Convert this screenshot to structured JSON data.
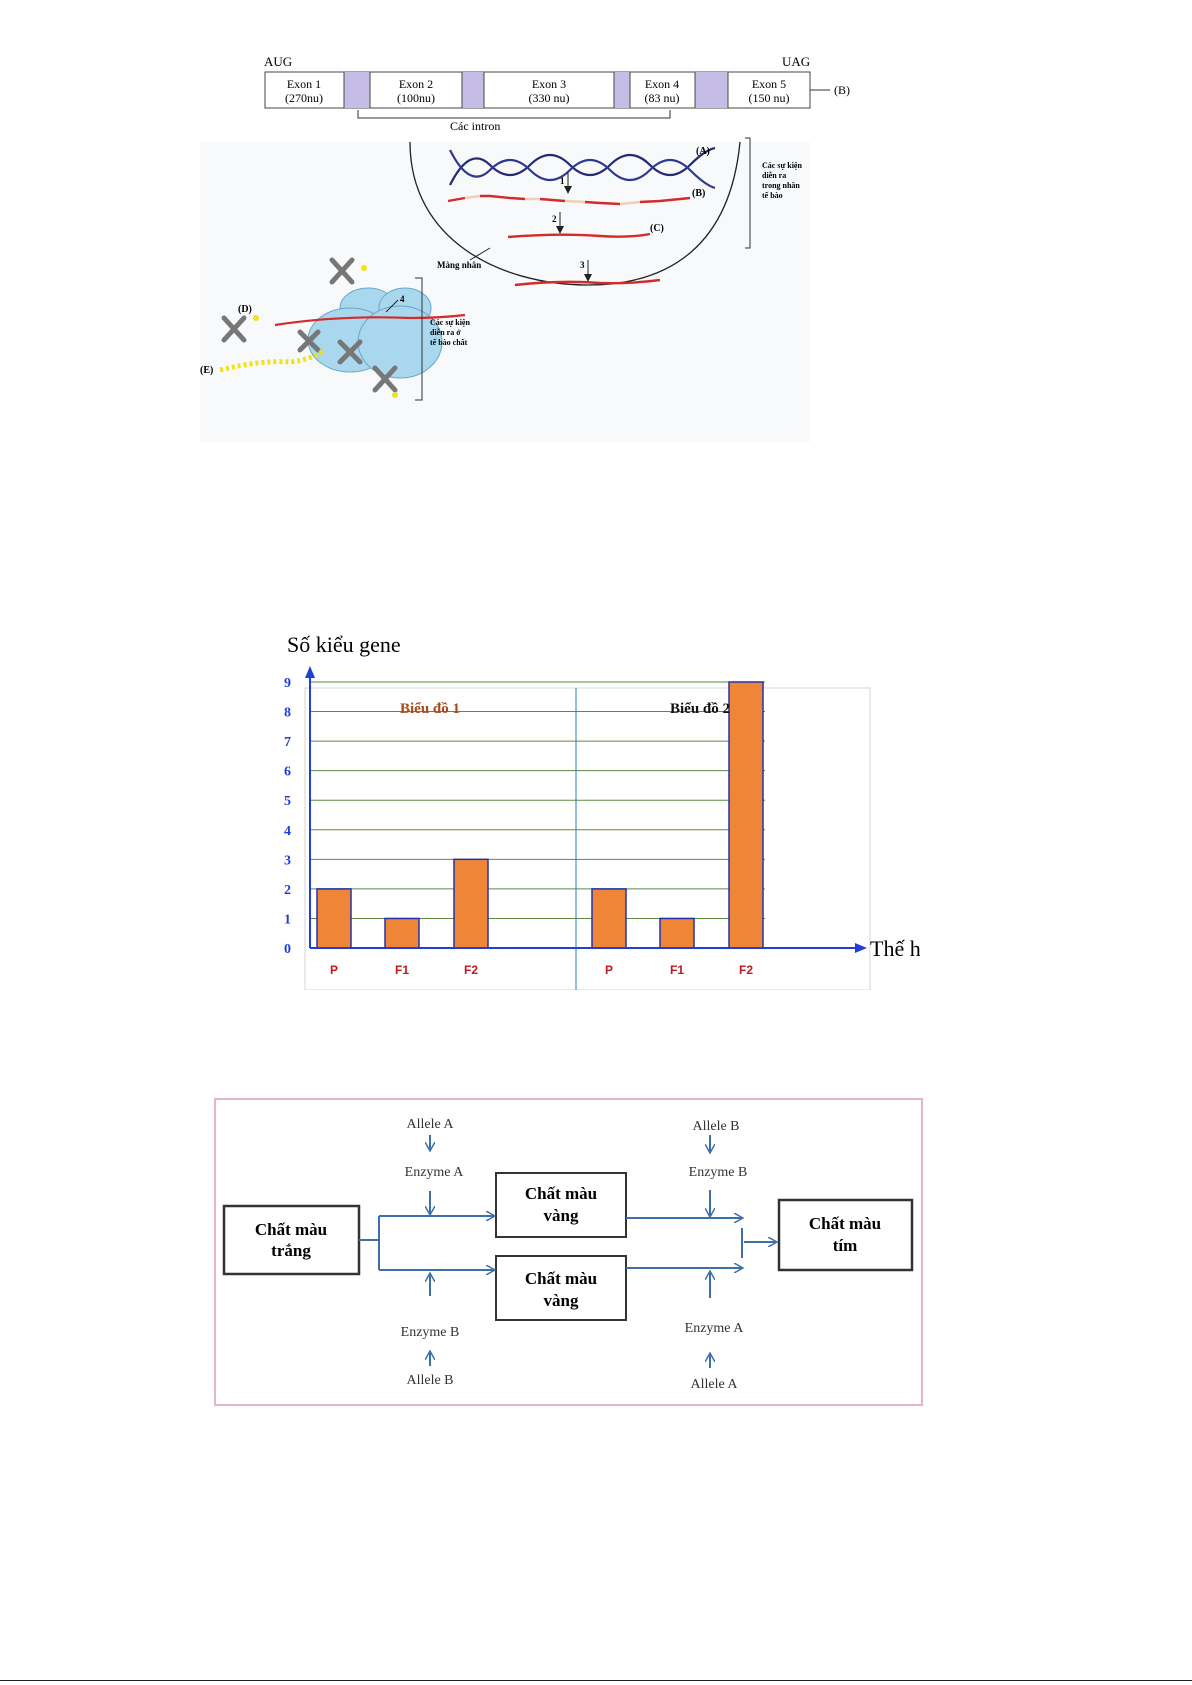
{
  "gene_figure": {
    "start_codon": "AUG",
    "stop_codon": "UAG",
    "exons": [
      {
        "name": "Exon 1",
        "size": "(270nu)"
      },
      {
        "name": "Exon 2",
        "size": "(100nu)"
      },
      {
        "name": "Exon 3",
        "size": "(330 nu)"
      },
      {
        "name": "Exon 4",
        "size": "(83 nu)"
      },
      {
        "name": "Exon 5",
        "size": "(150 nu)"
      }
    ],
    "gene_label": "(B)",
    "intron_label": "Các intron",
    "labels": {
      "A": "(A)",
      "B": "(B)",
      "C": "(C)",
      "D": "(D)",
      "E": "(E)"
    },
    "steps": [
      "1",
      "2",
      "3",
      "4"
    ],
    "membrane_label": "Màng nhân",
    "nucleus_events": [
      "Các sự kiện",
      "diễn ra",
      "trong nhân",
      "tế bào"
    ],
    "cytoplasm_events": [
      "Các sự kiện",
      "diễn ra ở",
      "tế bào chất"
    ],
    "colors": {
      "dna_a": "#26296e",
      "dna_b": "#2e3b8c",
      "rna": "#d42a2a",
      "ribosome": "#a9d8ee",
      "intron_box": "#c5bde6",
      "peptide": "#f0e21a"
    }
  },
  "genotype_chart": {
    "y_title": "Số kiểu gene",
    "x_title": "Thế hệ",
    "colors": {
      "bar": "#ef8537",
      "axis": "#1f3fd8",
      "tick": "#1f3fd8",
      "category": "#c0181f",
      "title1": "#a54c1e",
      "grid": "#5b8a45"
    }
  },
  "chart_data": {
    "type": "bar",
    "ylim": [
      0,
      9
    ],
    "yticks": [
      "0",
      "1",
      "2",
      "3",
      "4",
      "5",
      "6",
      "7",
      "8",
      "9"
    ],
    "xlabel": "Thế hệ",
    "ylabel": "Số kiểu gene",
    "grid": true,
    "panels": [
      {
        "title": "Biểu đồ 1",
        "categories": [
          "P",
          "F1",
          "F2"
        ],
        "values": [
          2,
          1,
          3
        ]
      },
      {
        "title": "Biểu đồ 2",
        "categories": [
          "P",
          "F1",
          "F2"
        ],
        "values": [
          2,
          1,
          9
        ]
      }
    ]
  },
  "pathway": {
    "white_box": [
      "Chất màu",
      "trắng"
    ],
    "yellow_top": [
      "Chất màu",
      "vàng"
    ],
    "yellow_bottom": [
      "Chất màu",
      "vàng"
    ],
    "purple_box": [
      "Chất màu",
      "tím"
    ],
    "top_left_allele": "Allele A",
    "top_left_enzyme": "Enzyme A",
    "top_right_allele": "Allele B",
    "top_right_enzyme": "Enzyme B",
    "bottom_left_enzyme": "Enzyme B",
    "bottom_left_allele": "Allele B",
    "bottom_right_enzyme": "Enzyme A",
    "bottom_right_allele": "Allele A",
    "colors": {
      "arrow": "#3d6fa8",
      "border": "#e7b7bf"
    }
  }
}
